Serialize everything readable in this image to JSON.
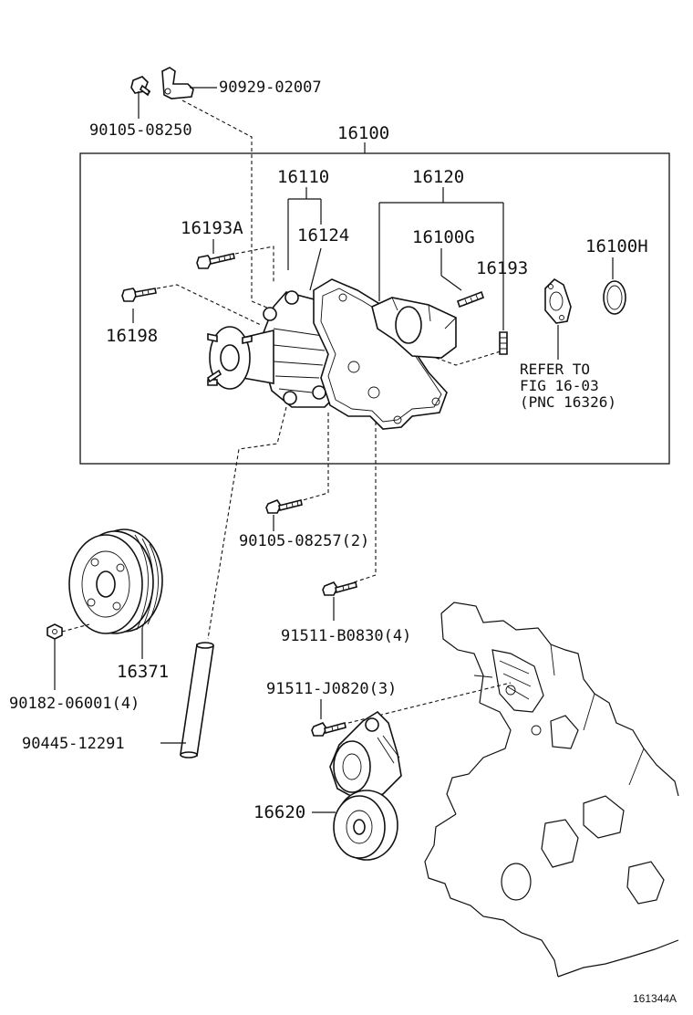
{
  "labels": {
    "l_90929_02007": "90929-02007",
    "l_90105_08250": "90105-08250",
    "l_16100": "16100",
    "l_16110": "16110",
    "l_16120": "16120",
    "l_16193A": "16193A",
    "l_16124": "16124",
    "l_16100G": "16100G",
    "l_16193": "16193",
    "l_16100H": "16100H",
    "l_16198": "16198",
    "l_refer1": "REFER TO",
    "l_refer2": "FIG 16-03",
    "l_refer3": "(PNC 16326)",
    "l_90105_08257": "90105-08257(2)",
    "l_91511_B0830": "91511-B0830(4)",
    "l_16371": "16371",
    "l_90182_06001": "90182-06001(4)",
    "l_90445_12291": "90445-12291",
    "l_91511_J0820": "91511-J0820(3)",
    "l_16620": "16620",
    "l_figure_id": "161344A"
  },
  "icons": {
    "bolt": "bolt-icon",
    "stud": "stud-icon",
    "nut": "nut-icon",
    "bracket": "bracket-icon",
    "water_pump": "water-pump-icon",
    "gasket": "gasket-icon",
    "o_ring": "o-ring-icon",
    "pulley": "pulley-icon",
    "pipe": "pipe-icon",
    "tensioner": "tensioner-icon",
    "engine_block": "engine-block-icon"
  }
}
